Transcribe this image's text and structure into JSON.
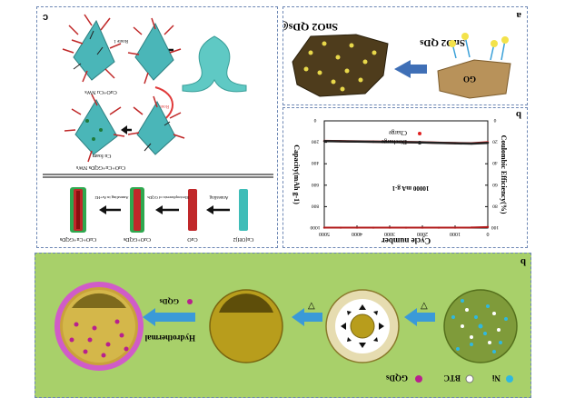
{
  "panel_c": {
    "label": "c",
    "route1": "Route 1",
    "route2": "Route 2",
    "cu_foam": "Cu foam",
    "cuo_cu_nws": "CuO+Cu NWs",
    "cuo_cu_gqds_nws": "CuO+Cu+GQDs NWs",
    "cuoh2": "Cu(OH)2",
    "cuo": "CuO",
    "cuo_gqds": "CuO+GQDs",
    "cuo_cu_gqds": "CuO+Cu+GQDs",
    "annealing": "Annealing",
    "electrophoresis": "Electrophoresis of GQDs",
    "annealing_ar_h2": "Annealing in Ar+H2"
  },
  "panel_a": {
    "label": "a",
    "title_left": "SnO2 QDs@GF",
    "title_right": "SnO2 QDs",
    "go": "GO"
  },
  "panel_b_top": {
    "label": "b",
    "legend_charge": "Charge",
    "legend_discharge": "Discharge",
    "current_label": "10000 mA g-1"
  },
  "panel_b_bottom": {
    "label": "b",
    "gqds_label": "GQDs",
    "hydrothermal": "Hydrothermal",
    "triangle1": "△",
    "triangle2": "△",
    "legend": [
      "Ni",
      "BTC",
      "GQDs"
    ]
  },
  "chart_data": {
    "type": "scatter",
    "xlabel": "Cycle number",
    "ylabel_left": "Coulombic Efficiency(%)",
    "ylabel_right": "Capacity(mAh g-1)",
    "x_ticks": [
      0,
      1000,
      2000,
      3000,
      4000,
      5000
    ],
    "y_left_ticks": [
      0,
      20,
      40,
      60,
      80,
      100
    ],
    "y_right_ticks": [
      0,
      200,
      400,
      600,
      800,
      1000
    ],
    "xlim": [
      0,
      5000
    ],
    "ylim_left": [
      0,
      100
    ],
    "ylim_right": [
      0,
      1000
    ],
    "series": [
      {
        "name": "Charge",
        "axis": "right",
        "color": "#e02020",
        "x": [
          0,
          500,
          1000,
          1500,
          2000,
          2500,
          3000,
          3500,
          4000,
          4500,
          5000
        ],
        "values": [
          200,
          210,
          208,
          204,
          200,
          198,
          196,
          194,
          192,
          190,
          188
        ]
      },
      {
        "name": "Discharge",
        "axis": "right",
        "color": "#222222",
        "x": [
          0,
          500,
          1000,
          1500,
          2000,
          2500,
          3000,
          3500,
          4000,
          4500,
          5000
        ],
        "values": [
          205,
          212,
          209,
          205,
          201,
          199,
          197,
          195,
          193,
          191,
          189
        ]
      },
      {
        "name": "Coulombic Efficiency",
        "axis": "left",
        "color": "#b01818",
        "x": [
          0,
          500,
          1000,
          1500,
          2000,
          2500,
          3000,
          3500,
          4000,
          4500,
          5000
        ],
        "values": [
          99,
          99.5,
          99.6,
          99.6,
          99.6,
          99.6,
          99.6,
          99.6,
          99.6,
          99.6,
          99.6
        ]
      }
    ]
  }
}
